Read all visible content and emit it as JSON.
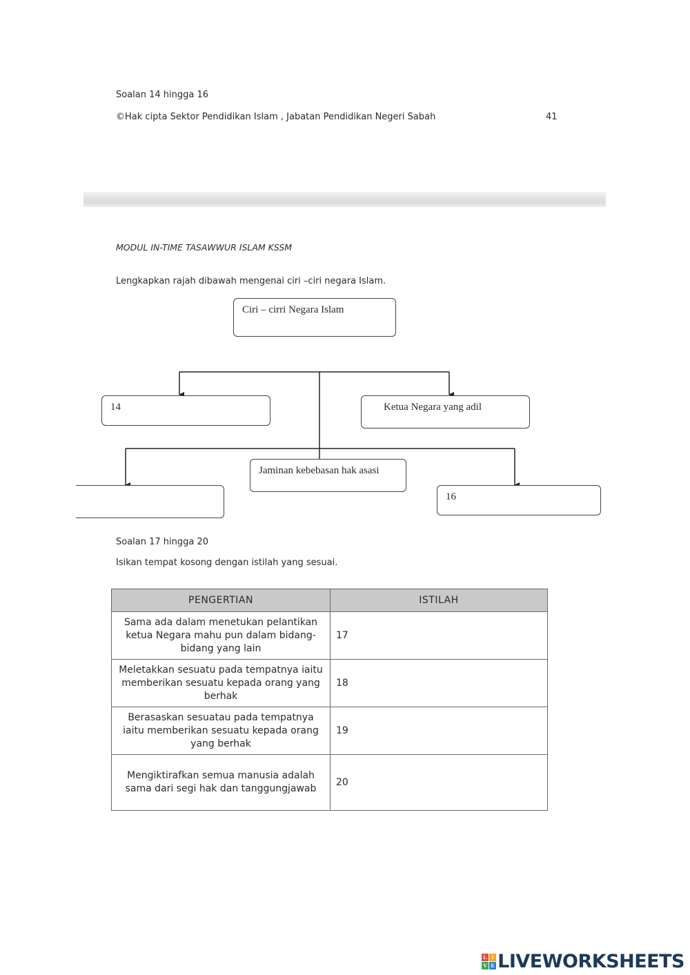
{
  "header": {
    "section_title": "Soalan 14 hingga 16",
    "copyright": "©Hak cipta Sektor Pendidikan Islam , Jabatan Pendidikan Negeri Sabah",
    "page_number": "41"
  },
  "module_title": "MODUL IN-TIME TASAWWUR ISLAM KSSM",
  "instruction_diagram": "Lengkapkan  rajah dibawah mengenai ciri –ciri negara Islam.",
  "diagram": {
    "root": "Ciri – cirri Negara Islam",
    "box_14": "14",
    "box_right_top": "Ketua Negara yang adil",
    "box_center": "Jaminan kebebasan hak asasi",
    "box_left_bottom": "",
    "box_16": "16"
  },
  "section2_title": "Soalan 17 hingga 20",
  "instruction_table": "Isikan tempat kosong dengan istilah yang sesuai.",
  "table": {
    "headers": [
      "PENGERTIAN",
      "ISTILAH"
    ],
    "rows": [
      {
        "def": "Sama ada dalam menetukan pelantikan ketua Negara mahu pun dalam bidang-bidang yang lain",
        "num": "17"
      },
      {
        "def": "Meletakkan sesuatu pada tempatnya iaitu memberikan sesuatu kepada orang yang berhak",
        "num": "18"
      },
      {
        "def": "Berasaskan sesuatau pada tempatnya iaitu memberikan sesuatu kepada orang yang berhak",
        "num": "19"
      },
      {
        "def": "Mengiktirafkan semua manusia adalah sama dari segi hak dan tanggungjawab",
        "num": "20"
      }
    ]
  },
  "brand": {
    "name": "LIVEWORKSHEETS",
    "logo_letters": [
      "L",
      "I",
      "V",
      "E"
    ]
  }
}
